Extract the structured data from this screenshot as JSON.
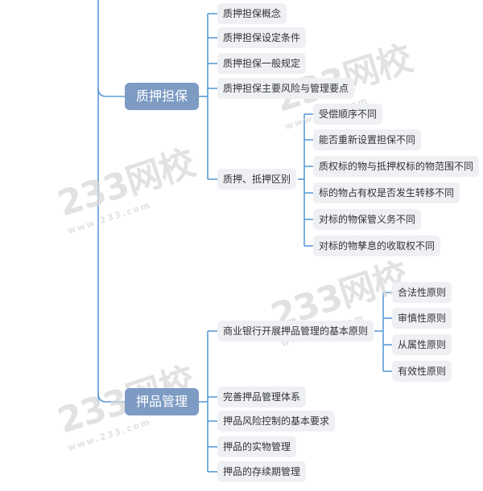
{
  "colors": {
    "line": "#5b9bd5",
    "main_node_bg": "#7d9bc3",
    "sub_node_bg": "#eef0f4"
  },
  "sections": [
    {
      "title": "质押担保",
      "children": [
        {
          "label": "质押担保概念"
        },
        {
          "label": "质押担保设定条件"
        },
        {
          "label": "质押担保一般规定"
        },
        {
          "label": "质押担保主要风险与管理要点"
        },
        {
          "label": "质押、抵押区别",
          "children": [
            "受偿顺序不同",
            "能否重新设置担保不同",
            "质权标的物与抵押权标的物范围不同",
            "标的物占有权是否发生转移不同",
            "对标的物保管义务不同",
            "对标的物孳息的收取权不同"
          ]
        }
      ]
    },
    {
      "title": "押品管理",
      "children": [
        {
          "label": "商业银行开展押品管理的基本原则",
          "children": [
            "合法性原则",
            "审慎性原则",
            "从属性原则",
            "有效性原则"
          ]
        },
        {
          "label": "完善押品管理体系"
        },
        {
          "label": "押品风险控制的基本要求"
        },
        {
          "label": "押品的实物管理"
        },
        {
          "label": "押品的存续期管理"
        }
      ]
    }
  ],
  "watermarks": [
    {
      "text": "233网校",
      "sub": "www.233.com"
    },
    {
      "text": "233网校",
      "sub": "www.233.com"
    },
    {
      "text": "233网校",
      "sub": "www.233.com"
    },
    {
      "text": "233网校",
      "sub": "www.233.com"
    }
  ]
}
